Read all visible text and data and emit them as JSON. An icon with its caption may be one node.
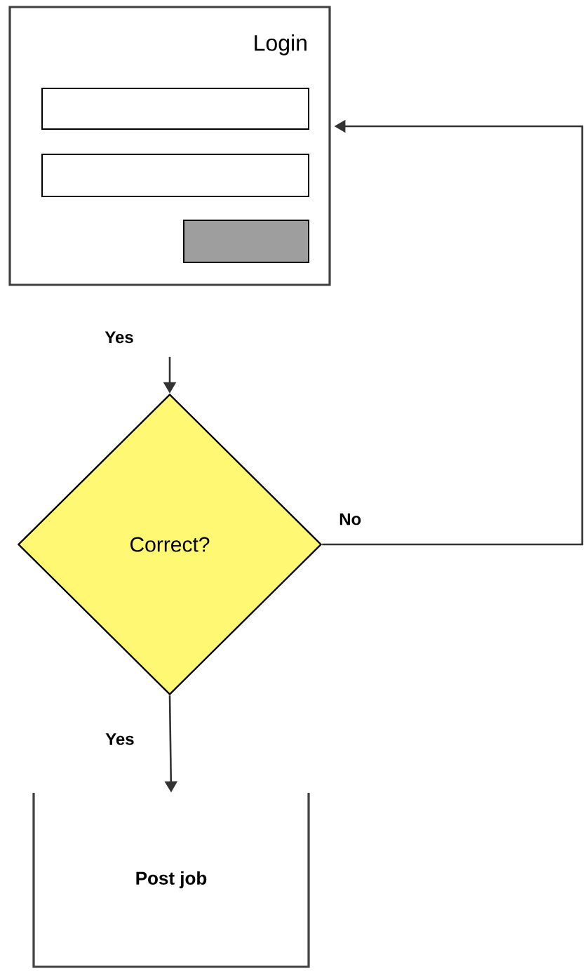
{
  "diagram": {
    "nodes": [
      {
        "text": [
          "Login"
        ]
      },
      {
        "text": [
          "Correct?"
        ]
      },
      {
        "text": [
          "Post job"
        ]
      }
    ],
    "edges": [
      {
        "from": null,
        "to": 1,
        "arrow": "to",
        "label": "Yes"
      },
      {
        "from": 1,
        "to": 0,
        "arrow": "to",
        "label": "No"
      },
      {
        "from": 1,
        "to": 2,
        "arrow": "to",
        "label": "Yes"
      }
    ]
  }
}
